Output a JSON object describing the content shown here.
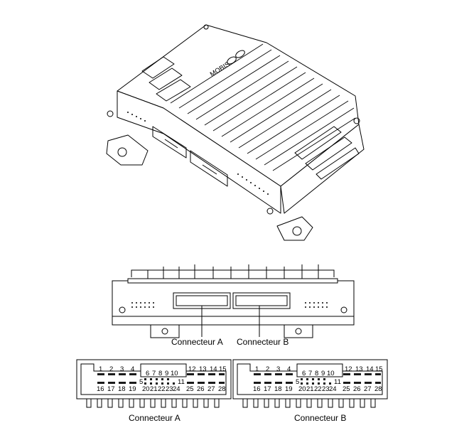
{
  "labels": {
    "connector_a": "Connecteur A",
    "connector_b": "Connecteur B"
  },
  "module": {
    "brand_text": "MOBIS"
  },
  "pinout": {
    "row_top_left": [
      "1",
      "2",
      "3",
      "4"
    ],
    "row_top_mid": [
      "6",
      "7",
      "8",
      "9",
      "10"
    ],
    "row_top_right": [
      "12",
      "13",
      "14",
      "15"
    ],
    "pin_5": "5",
    "pin_11": "11",
    "row_bottom_left": [
      "16",
      "17",
      "18",
      "19"
    ],
    "row_bottom_mid": [
      "20",
      "21",
      "22",
      "23",
      "24"
    ],
    "row_bottom_right": [
      "25",
      "26",
      "27",
      "28"
    ]
  },
  "colors": {
    "line": "#000000",
    "background": "#ffffff",
    "fill_dark": "#1a1a1a"
  }
}
